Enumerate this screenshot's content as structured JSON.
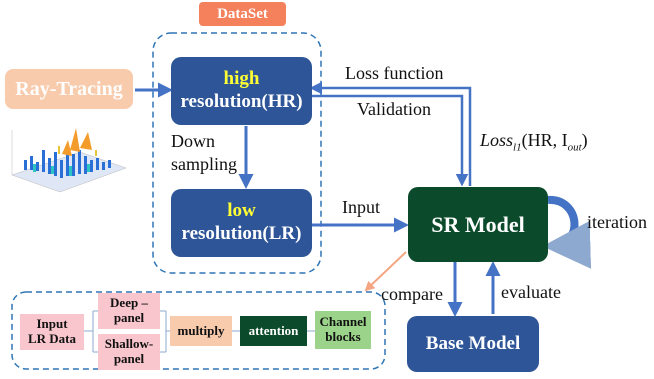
{
  "dataset": {
    "title": "DataSet"
  },
  "ray_tracing": {
    "label": "Ray-Tracing"
  },
  "high_box": {
    "highlight": "high",
    "rest": "resolution(HR)"
  },
  "low_box": {
    "highlight": "low",
    "rest": "resolution(LR)"
  },
  "down_sampling": {
    "line1": "Down",
    "line2": "sampling"
  },
  "sr_model": {
    "label": "SR Model"
  },
  "base_model": {
    "label": "Base Model"
  },
  "edges": {
    "loss_function": "Loss function",
    "validation": "Validation",
    "loss_formula": "Loss",
    "loss_sub": "l1",
    "loss_args": "(HR, I",
    "loss_args_sub": "out",
    "loss_close": ")",
    "input": "Input",
    "iteration": "iteration",
    "compare": "compare",
    "evaluate": "evaluate"
  },
  "pipeline": {
    "input_lr": {
      "line1": "Input",
      "line2": "LR Data"
    },
    "deep_panel": {
      "line1": "Deep –",
      "line2": "panel"
    },
    "shallow_panel": {
      "line1": "Shallow-",
      "line2": "panel"
    },
    "multiply": "multiply",
    "attention": "attention",
    "channel_blocks": {
      "line1": "Channel",
      "line2": "blocks"
    }
  },
  "colors": {
    "navy": "#2e5597",
    "dark_green": "#0b4a2a",
    "arrow_blue": "#4472c4",
    "peach": "#f8cbad",
    "coral": "#f4805c",
    "pink": "#f8c6cc",
    "light_green": "#9bd38a"
  }
}
